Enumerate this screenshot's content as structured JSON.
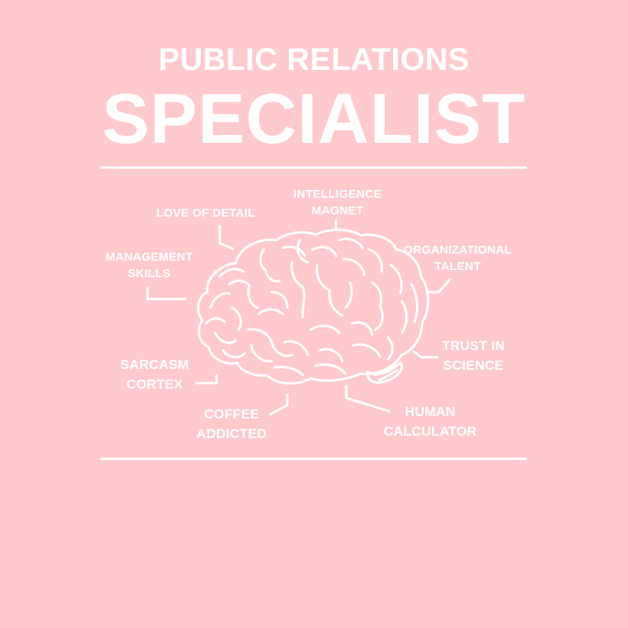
{
  "header": {
    "subtitle": "PUBLIC RELATIONS",
    "title": "SPECIALIST"
  },
  "colors": {
    "background": "#FFCACD",
    "foreground": "#FFFFFF"
  },
  "illustration": {
    "icon": "brain-icon"
  },
  "labels": [
    {
      "id": "intelligence-magnet",
      "lines": [
        "INTELLIGENCE",
        "MAGNET"
      ]
    },
    {
      "id": "love-of-detail",
      "lines": [
        "LOVE OF DETAIL"
      ]
    },
    {
      "id": "management-skills",
      "lines": [
        "MANAGEMENT",
        "SKILLS"
      ]
    },
    {
      "id": "organizational-talent",
      "lines": [
        "ORGANIZATIONAL",
        "TALENT"
      ]
    },
    {
      "id": "trust-in-science",
      "lines": [
        "TRUST IN",
        "SCIENCE"
      ]
    },
    {
      "id": "sarcasm-cortex",
      "lines": [
        "SARCASM",
        "CORTEX"
      ]
    },
    {
      "id": "coffee-addicted",
      "lines": [
        "COFFEE",
        "ADDICTED"
      ]
    },
    {
      "id": "human-calculator",
      "lines": [
        "HUMAN",
        "CALCULATOR"
      ]
    }
  ]
}
